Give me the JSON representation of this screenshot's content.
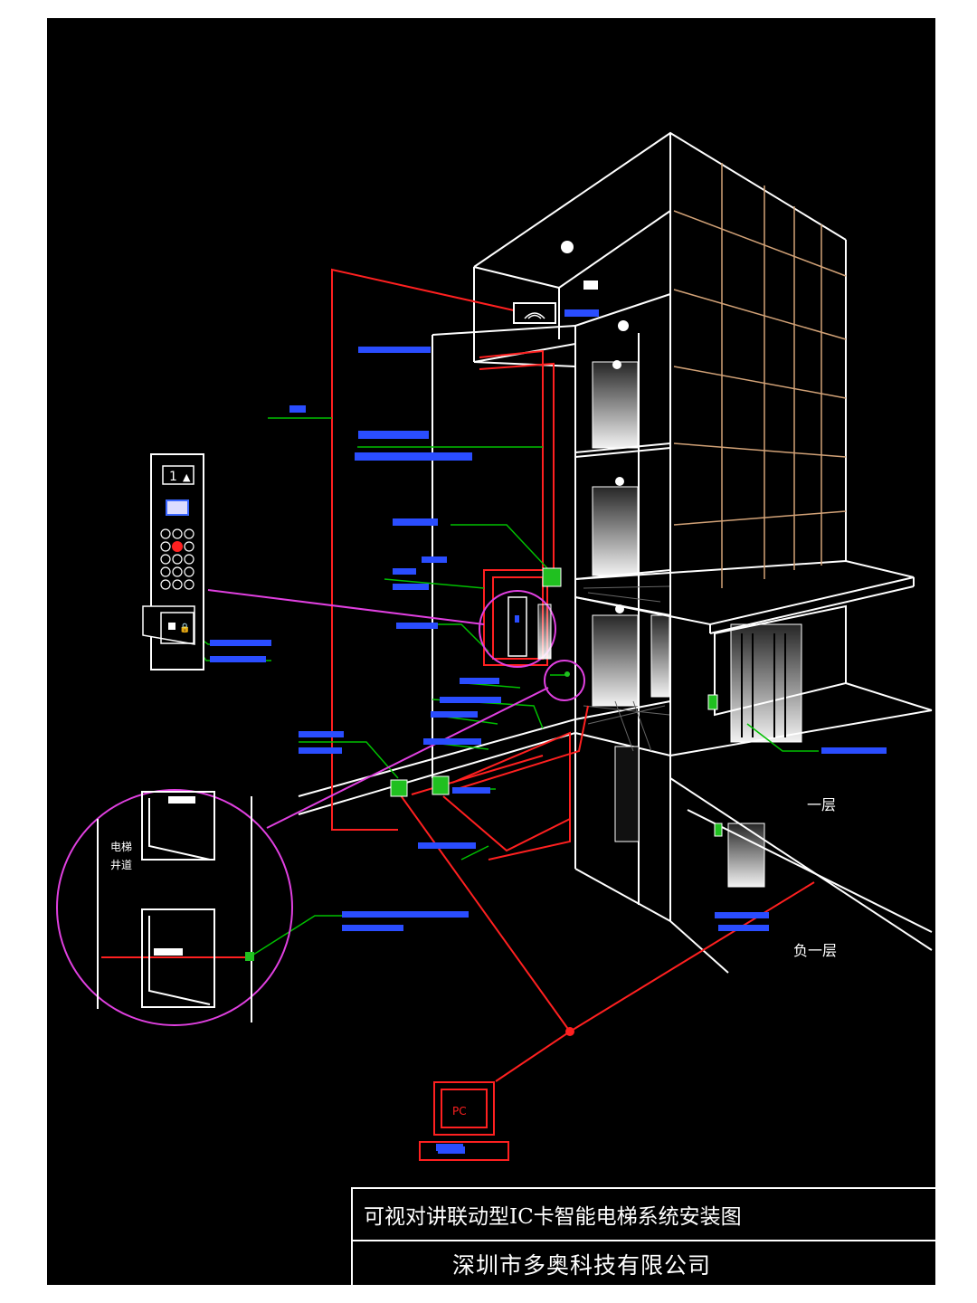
{
  "title_block": {
    "title": "可视对讲联动型IC卡智能电梯系统安装图",
    "company": "深圳市多奥科技有限公司"
  },
  "floors": {
    "first": "一层",
    "basement": "负一层"
  },
  "pc": {
    "label": "PC"
  },
  "shaft_detail": {
    "label": "电梯\n井道"
  },
  "panel": {
    "display": "1"
  },
  "colors": {
    "background": "#000000",
    "structure": "#ffffff",
    "cable": "#ff2020",
    "callout": "#00c000",
    "detail": "#e040e0",
    "annotation": "#2a4dff",
    "device": "#20c020"
  }
}
